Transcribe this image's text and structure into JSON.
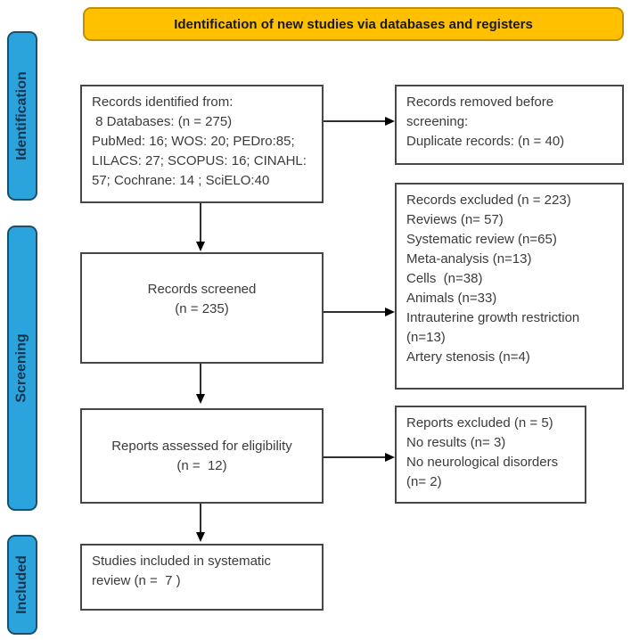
{
  "banner": {
    "title": "Identification of new studies via databases and registers"
  },
  "colors": {
    "banner_fill": "#FFC000",
    "banner_border": "#BF9000",
    "stage_fill": "#2BA4DD",
    "stage_border": "#1B4F6B",
    "box_border": "#474747",
    "arrow": "#000000",
    "text": "#3b3b3b"
  },
  "stages": [
    {
      "label": "Identification"
    },
    {
      "label": "Screening"
    },
    {
      "label": "Included"
    }
  ],
  "boxes": {
    "identified": {
      "lines": [
        "Records identified from:",
        " 8 Databases: (n = 275)",
        "PubMed: 16; WOS: 20; PEDro:85;",
        "LILACS: 27; SCOPUS: 16; CINAHL:",
        "57; Cochrane: 14 ; SciELO:40"
      ]
    },
    "screened": {
      "lines": [
        "Records screened",
        "(n = 235)"
      ]
    },
    "eligibility": {
      "lines": [
        "Reports assessed for eligibility",
        "(n =  12)"
      ]
    },
    "included": {
      "lines": [
        "Studies included in systematic",
        "review (n =  7 )"
      ]
    },
    "removed": {
      "lines": [
        "Records removed before",
        "screening:",
        "Duplicate records: (n = 40)"
      ]
    },
    "excluded_records": {
      "lines": [
        "Records excluded (n = 223)",
        "Reviews (n= 57)",
        "Systematic review (n=65)",
        "Meta-analysis (n=13)",
        "Cells  (n=38)",
        "Animals (n=33)",
        "Intrauterine growth restriction",
        "(n=13)",
        "Artery stenosis (n=4)"
      ]
    },
    "excluded_reports": {
      "lines": [
        "Reports excluded (n = 5)",
        "No results (n= 3)",
        "No neurological disorders",
        "(n= 2)"
      ]
    }
  }
}
